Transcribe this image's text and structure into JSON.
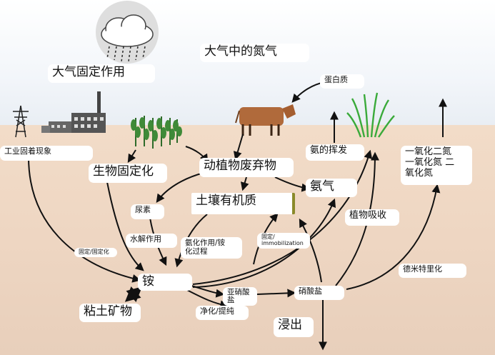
{
  "labels": {
    "atmospheric_fixation": "大气固定作用",
    "atmospheric_nitrogen": "大气中的氮气",
    "protein": "蛋白质",
    "industrial_fixation": "工业固着现象",
    "biological_fixation": "生物固定化",
    "plant_animal_waste": "动植物废弃物",
    "ammonia_volatilization": "氨的挥发",
    "nitrogen_oxides": "一氧化二氮\n一氧化氮 二\n氧化氮",
    "ammonia_gas": "氨气",
    "soil_organic_matter": "土壤有机质",
    "urea": "尿素",
    "plant_uptake": "植物吸收",
    "hydrolysis": "水解作用",
    "ammonification": "氨化作用/铵\n化过程",
    "fixation_immobilization": "固定/\nimmobilization",
    "fixed": "固定/固定化",
    "denitrification": "德米特里化",
    "ammonium": "铵",
    "nitrite": "亚硝酸\n盐",
    "nitrate": "硝酸盐",
    "clay_minerals": "粘土矿物",
    "purification": "净化/提纯",
    "leaching": "浸出"
  },
  "colors": {
    "sky": "#eef2f7",
    "soil": "#f0d8c4",
    "arrow": "#111111",
    "cloud": "#ffffff",
    "plant": "#2e7d32",
    "cow": "#b06a3b"
  },
  "icons": {
    "cloud": "rain-cloud-icon",
    "power_tower": "power-tower-icon",
    "factory": "factory-icon",
    "crops": "crop-plants-icon",
    "cow": "cow-icon",
    "grass": "grass-icon"
  }
}
